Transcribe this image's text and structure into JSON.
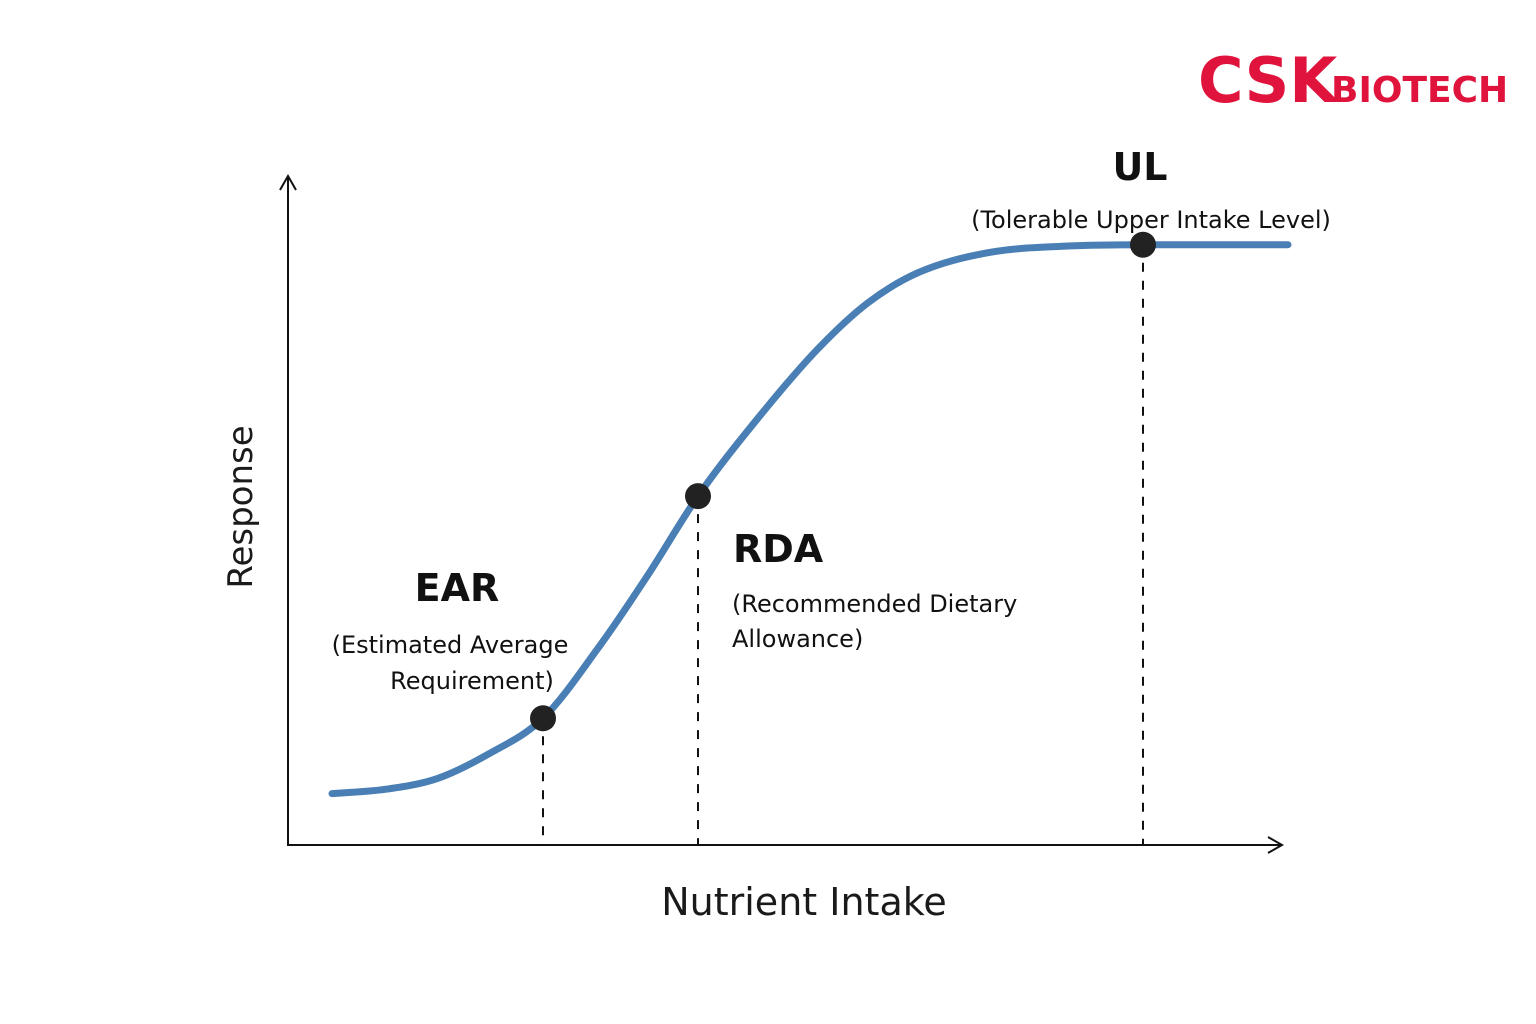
{
  "brand": {
    "logo_primary": "CSK",
    "logo_secondary": "BIOTECH",
    "color": "#e0133c"
  },
  "chart_data": {
    "type": "line",
    "title": "",
    "xlabel": "Nutrient Intake",
    "ylabel": "Response",
    "xlim": [
      0,
      100
    ],
    "ylim": [
      0,
      100
    ],
    "grid": false,
    "line_color": "#4a7fb5",
    "marker_color": "#222222",
    "series": [
      {
        "x": [
          4.4,
          10,
          15,
          20,
          25.5,
          31,
          36,
          41,
          47,
          53,
          58,
          63,
          70,
          78,
          85.5,
          90,
          100
        ],
        "y": [
          7.7,
          8.4,
          10.0,
          13.6,
          19.0,
          29.5,
          40.5,
          52.3,
          64.0,
          74.4,
          81.3,
          85.8,
          88.8,
          89.8,
          90.0,
          90.0,
          90.0
        ]
      }
    ],
    "reference_points": [
      {
        "id": "ear",
        "x": 25.5,
        "y": 19.0,
        "label": "EAR",
        "description": [
          "(Estimated Average",
          "Requirement)"
        ]
      },
      {
        "id": "rda",
        "x": 41,
        "y": 52.3,
        "label": "RDA",
        "description": [
          "(Recommended Dietary",
          "Allowance)"
        ]
      },
      {
        "id": "ul",
        "x": 85.5,
        "y": 90.0,
        "label": "UL",
        "description": [
          "(Tolerable Upper Intake Level)"
        ]
      }
    ]
  }
}
